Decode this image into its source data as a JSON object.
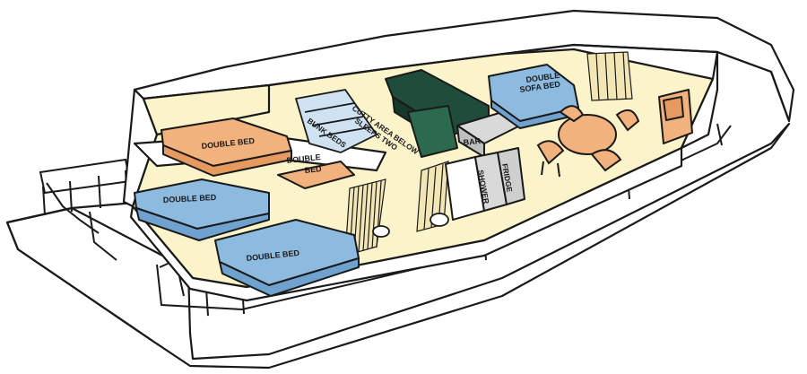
{
  "diagram": {
    "kind": "houseboat-cutaway-floorplan",
    "colors": {
      "outline": "#1a1a1a",
      "hull": "#ffffff",
      "cabin_floor": "#fbf3c9",
      "orange_bed": "#f2b27d",
      "blue_bed": "#8dbbe0",
      "light_blue": "#cfe2f2",
      "dark_green": "#1f4d3a",
      "grey": "#d9d9d9",
      "cream_wood": "#f3e6b5"
    },
    "labels": {
      "double_bed_upper": "DOUBLE BED",
      "double_bed_small_1": "DOUBLE",
      "double_bed_small_2": "BED",
      "double_bed_lower_1": "DOUBLE BED",
      "double_bed_lower_2": "DOUBLE BED",
      "bunk_beds": "BUNK BEDS",
      "cutty_1": "CUTTY AREA BELOW",
      "cutty_2": "SLEEPS TWO",
      "bar": "BAR",
      "shower": "SHOWER",
      "fridge": "FRIDGE",
      "sofa_1": "DOUBLE",
      "sofa_2": "SOFA BED"
    }
  }
}
